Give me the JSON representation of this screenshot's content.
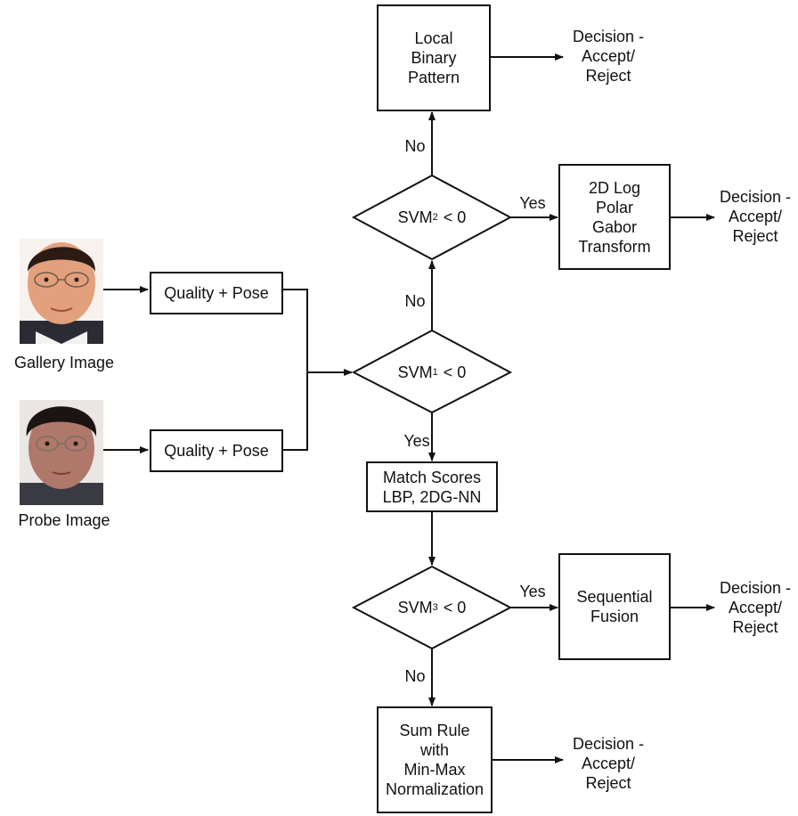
{
  "inputs": {
    "gallery_caption": "Gallery Image",
    "probe_caption": "Probe Image"
  },
  "boxes": {
    "quality_pose_1": "Quality + Pose",
    "quality_pose_2": "Quality + Pose",
    "lbp": "Local\nBinary\nPattern",
    "log_polar": "2D Log\nPolar\nGabor\nTransform",
    "match_scores": "Match Scores\nLBP, 2DG-NN",
    "sequential_fusion": "Sequential\nFusion",
    "sum_rule": "Sum Rule\nwith\nMin-Max\nNormalization"
  },
  "decisions": {
    "svm1": {
      "prefix": "SVM",
      "sub": "1",
      "suffix": " < 0"
    },
    "svm2": {
      "prefix": "SVM",
      "sub": "2",
      "suffix": " < 0"
    },
    "svm3": {
      "prefix": "SVM",
      "sub": "3",
      "suffix": " < 0"
    }
  },
  "edge_labels": {
    "svm1_no": "No",
    "svm1_yes": "Yes",
    "svm2_no": "No",
    "svm2_yes": "Yes",
    "svm3_yes": "Yes",
    "svm3_no": "No"
  },
  "outcomes": {
    "lbp": "Decision -\nAccept/\nReject",
    "log_polar": "Decision -\nAccept/\nReject",
    "sequential_fusion": "Decision -\nAccept/\nReject",
    "sum_rule": "Decision -\nAccept/\nReject"
  }
}
